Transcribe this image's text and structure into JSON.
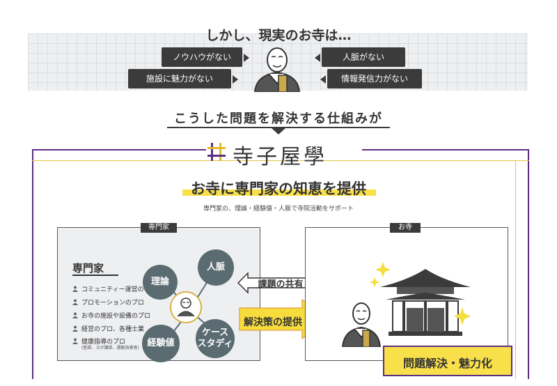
{
  "header": {
    "headline": "しかし、現実のお寺は…",
    "bubbles": [
      "ノウハウがない",
      "施設に魅力がない",
      "人脈がない",
      "情報発信力がない"
    ]
  },
  "bridge": {
    "text": "こうした問題を解決する仕組みが"
  },
  "brand": {
    "name": "寺子屋學",
    "tagline": "お寺に専門家の知恵を提供",
    "subtitle": "専門家の、理論・経験値・人脈で寺院活動をサポート"
  },
  "expert_panel": {
    "label": "専門家",
    "heading": "専門家",
    "items": [
      "コミュニティー運営のプロ",
      "プロモーションのプロ",
      "お寺の施設や設備のプロ",
      "経営のプロ、各種士業",
      "健康指導のプロ"
    ],
    "item_note": "(医師、ヨガ講師、運動指導者)",
    "circles": {
      "theory": "理論",
      "network": "人脈",
      "experience": "経験値",
      "case_l1": "ケース",
      "case_l2": "スタディ"
    }
  },
  "temple_panel": {
    "label": "お寺"
  },
  "arrows": {
    "share": "課題の共有",
    "solution": "解決策の提供"
  },
  "result": {
    "text": "問題解決・魅力化"
  },
  "colors": {
    "dark": "#3b3b3b",
    "circle": "#5a6b72",
    "accent_yellow": "#f9e04b",
    "brand_purple": "#5b2c83",
    "arrow_yellow": "#f6dc3c"
  }
}
